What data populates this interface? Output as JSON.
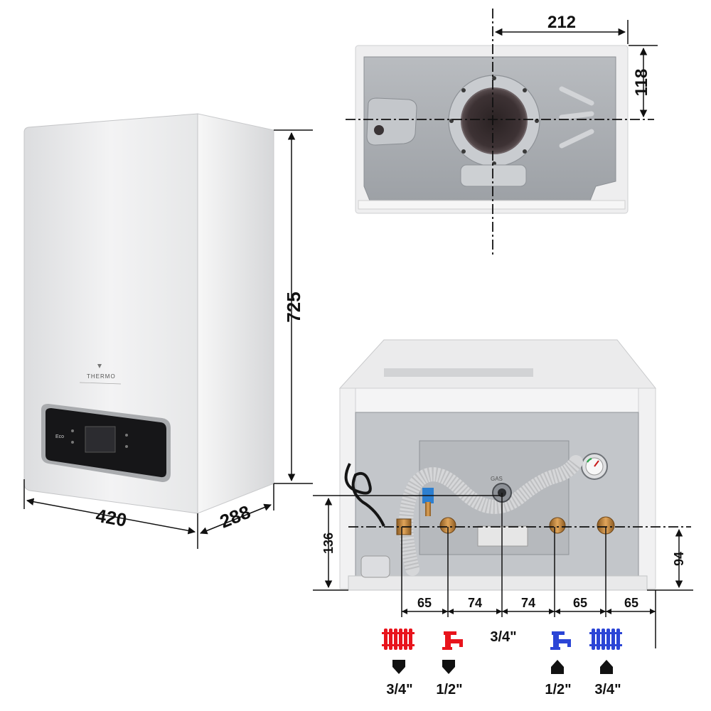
{
  "front_view": {
    "brand": "THERMO",
    "display_text": "Eco",
    "width_mm": "420",
    "depth_mm": "288",
    "height_mm": "725"
  },
  "top_view": {
    "flue_offset_mm": "212",
    "flue_depth_mm": "118"
  },
  "bottom_view": {
    "gas_label": "GAS",
    "height_left_mm": "136",
    "height_right_mm": "94",
    "spacings_mm": [
      "65",
      "74",
      "74",
      "65",
      "65"
    ],
    "gas_connection_size": "3/4\""
  },
  "connections": [
    {
      "icon": "radiator-flow-icon",
      "color": "#e8141c",
      "direction": "down",
      "size": "3/4\""
    },
    {
      "icon": "hot-water-tap-icon",
      "color": "#e8141c",
      "direction": "down",
      "size": "1/2\""
    },
    {
      "icon": "cold-water-tap-icon",
      "color": "#2b45d6",
      "direction": "up",
      "size": "1/2\""
    },
    {
      "icon": "radiator-return-icon",
      "color": "#2b45d6",
      "direction": "up",
      "size": "3/4\""
    }
  ]
}
